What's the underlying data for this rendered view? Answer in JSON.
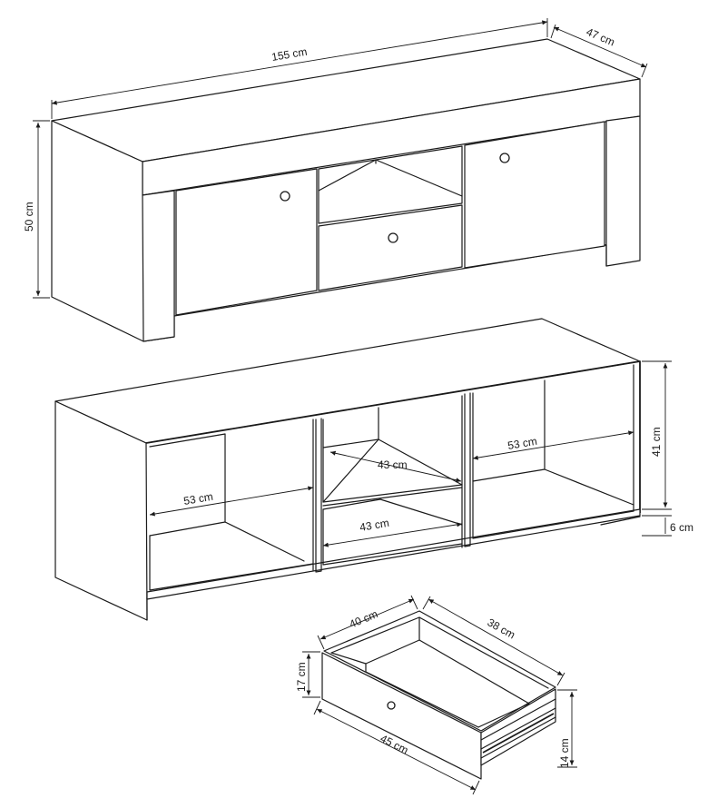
{
  "dimensions": {
    "top_width": "155 cm",
    "top_depth": "47 cm",
    "total_height": "50 cm",
    "left_compartment_width": "53 cm",
    "middle_compartment_upper_width": "43 cm",
    "middle_compartment_lower_width": "43 cm",
    "right_compartment_width": "53 cm",
    "compartment_height": "41 cm",
    "plinth_height": "6 cm",
    "drawer_width_back": "40 cm",
    "drawer_depth": "38 cm",
    "drawer_height": "17 cm",
    "drawer_front_width": "45 cm",
    "drawer_slide_height": "14 cm"
  }
}
